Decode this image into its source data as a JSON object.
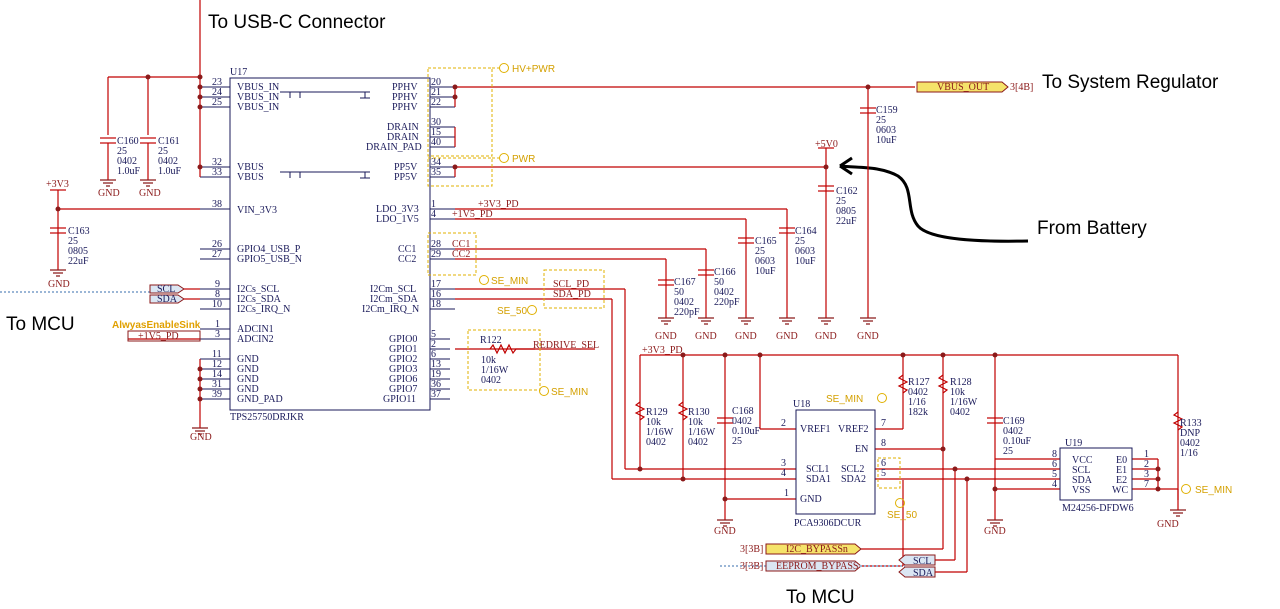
{
  "annotations": {
    "usb_c": "To USB-C Connector",
    "system_regulator": "To System Regulator",
    "from_battery": "From Battery",
    "to_mcu_left": "To MCU",
    "to_mcu_bottom": "To MCU"
  },
  "u17": {
    "ref": "U17",
    "part": "TPS25750DRJKR",
    "left_pins": [
      {
        "num": "23",
        "name": "VBUS_IN"
      },
      {
        "num": "24",
        "name": "VBUS_IN"
      },
      {
        "num": "25",
        "name": "VBUS_IN"
      },
      {
        "num": "32",
        "name": "VBUS"
      },
      {
        "num": "33",
        "name": "VBUS"
      },
      {
        "num": "38",
        "name": "VIN_3V3"
      },
      {
        "num": "26",
        "name": "GPIO4_USB_P"
      },
      {
        "num": "27",
        "name": "GPIO5_USB_N"
      },
      {
        "num": "9",
        "name": "I2Cs_SCL"
      },
      {
        "num": "8",
        "name": "I2Cs_SDA"
      },
      {
        "num": "10",
        "name": "I2Cs_IRQ_N"
      },
      {
        "num": "1",
        "name": "ADCIN1"
      },
      {
        "num": "3",
        "name": "ADCIN2"
      },
      {
        "num": "11",
        "name": "GND"
      },
      {
        "num": "12",
        "name": "GND"
      },
      {
        "num": "14",
        "name": "GND"
      },
      {
        "num": "31",
        "name": "GND"
      },
      {
        "num": "39",
        "name": "GND_PAD"
      }
    ],
    "right_pins": [
      {
        "num": "20",
        "name": "PPHV"
      },
      {
        "num": "21",
        "name": "PPHV"
      },
      {
        "num": "22",
        "name": "PPHV"
      },
      {
        "num": "30",
        "name": "DRAIN"
      },
      {
        "num": "15",
        "name": "DRAIN"
      },
      {
        "num": "40",
        "name": "DRAIN_PAD"
      },
      {
        "num": "34",
        "name": "PP5V"
      },
      {
        "num": "35",
        "name": "PP5V"
      },
      {
        "num": "1",
        "name": "LDO_3V3"
      },
      {
        "num": "4",
        "name": "LDO_1V5"
      },
      {
        "num": "28",
        "name": "CC1"
      },
      {
        "num": "29",
        "name": "CC2"
      },
      {
        "num": "17",
        "name": "I2Cm_SCL"
      },
      {
        "num": "16",
        "name": "I2Cm_SDA"
      },
      {
        "num": "18",
        "name": "I2Cm_IRQ_N"
      },
      {
        "num": "5",
        "name": "GPIO0"
      },
      {
        "num": "2",
        "name": "GPIO1"
      },
      {
        "num": "6",
        "name": "GPIO2"
      },
      {
        "num": "13",
        "name": "GPIO3"
      },
      {
        "num": "19",
        "name": "GPIO6"
      },
      {
        "num": "36",
        "name": "GPIO7"
      },
      {
        "num": "37",
        "name": "GPIO11"
      }
    ]
  },
  "u18": {
    "ref": "U18",
    "part": "PCA9306DCUR",
    "pins": [
      {
        "num": "2",
        "name": "VREF1"
      },
      {
        "num": "3",
        "name": "SCL1"
      },
      {
        "num": "4",
        "name": "SDA1"
      },
      {
        "num": "1",
        "name": "GND"
      },
      {
        "num": "7",
        "name": "VREF2"
      },
      {
        "num": "8",
        "name": "EN"
      },
      {
        "num": "6",
        "name": "SCL2"
      },
      {
        "num": "5",
        "name": "SDA2"
      }
    ]
  },
  "u19": {
    "ref": "U19",
    "part": "M24256-DFDW6",
    "pins": [
      {
        "num": "8",
        "name": "VCC"
      },
      {
        "num": "6",
        "name": "SCL"
      },
      {
        "num": "5",
        "name": "SDA"
      },
      {
        "num": "4",
        "name": "VSS"
      },
      {
        "num": "1",
        "name": "E0"
      },
      {
        "num": "2",
        "name": "E1"
      },
      {
        "num": "3",
        "name": "E2"
      },
      {
        "num": "7",
        "name": "WC"
      }
    ]
  },
  "caps": [
    {
      "ref": "C160",
      "v": "25",
      "pkg": "0402",
      "val": "1.0uF"
    },
    {
      "ref": "C161",
      "v": "25",
      "pkg": "0402",
      "val": "1.0uF"
    },
    {
      "ref": "C163",
      "v": "25",
      "pkg": "0805",
      "val": "22uF"
    },
    {
      "ref": "C159",
      "v": "25",
      "pkg": "0603",
      "val": "10uF"
    },
    {
      "ref": "C162",
      "v": "25",
      "pkg": "0805",
      "val": "22uF"
    },
    {
      "ref": "C165",
      "v": "25",
      "pkg": "0603",
      "val": "10uF"
    },
    {
      "ref": "C164",
      "v": "25",
      "pkg": "0603",
      "val": "10uF"
    },
    {
      "ref": "C167",
      "v": "50",
      "pkg": "0402",
      "val": "220pF"
    },
    {
      "ref": "C166",
      "v": "50",
      "pkg": "0402",
      "val": "220pF"
    },
    {
      "ref": "C168",
      "v": "0402",
      "pkg": "0.10uF",
      "val": "25"
    },
    {
      "ref": "C169",
      "v": "0402",
      "pkg": "0.10uF",
      "val": "25"
    }
  ],
  "resistors": [
    {
      "ref": "R122",
      "val": "10k",
      "pw": "1/16W",
      "pkg": "0402"
    },
    {
      "ref": "R129",
      "val": "10k",
      "pw": "1/16W",
      "pkg": "0402"
    },
    {
      "ref": "R130",
      "val": "10k",
      "pw": "1/16W",
      "pkg": "0402"
    },
    {
      "ref": "R127",
      "val": "0402",
      "pw": "1/16",
      "pkg": "182k"
    },
    {
      "ref": "R128",
      "val": "10k",
      "pw": "1/16W",
      "pkg": "0402"
    },
    {
      "ref": "R133",
      "val": "DNP",
      "pw": "0402",
      "pkg": "1/16"
    }
  ],
  "nets": {
    "p3v3_left": "+3V3",
    "p5v0": "+5V0",
    "p3v3_pd_label": "+3V3_PD",
    "p1v5_pd_label": "+1V5_PD",
    "p1v5_pd_port": "+1V5_PD",
    "p3v3_pd_bus": "+3V3_PD",
    "cc1": "CC1",
    "cc2": "CC2",
    "scl_pd": "SCL_PD",
    "sda_pd": "SDA_PD",
    "redrive_sel": "REDRIVE_SEL",
    "gnd": "GND",
    "vbus_out": "VBUS_OUT",
    "vbus_out_ref": "3[4B]",
    "i2c_bypass": "I2C_BYPASSn",
    "i2c_bypass_ref": "3[3B]",
    "eeprom_bypass": "EEPROM_BYPASS",
    "eeprom_bypass_ref": "3[3B]",
    "scl": "SCL",
    "sda": "SDA",
    "always_enable_sink": "AlwyasEnableSink"
  },
  "params": {
    "hv_pwr": "HV+PWR",
    "pwr": "PWR",
    "se_min": "SE_MIN",
    "se_50": "SE_50"
  }
}
